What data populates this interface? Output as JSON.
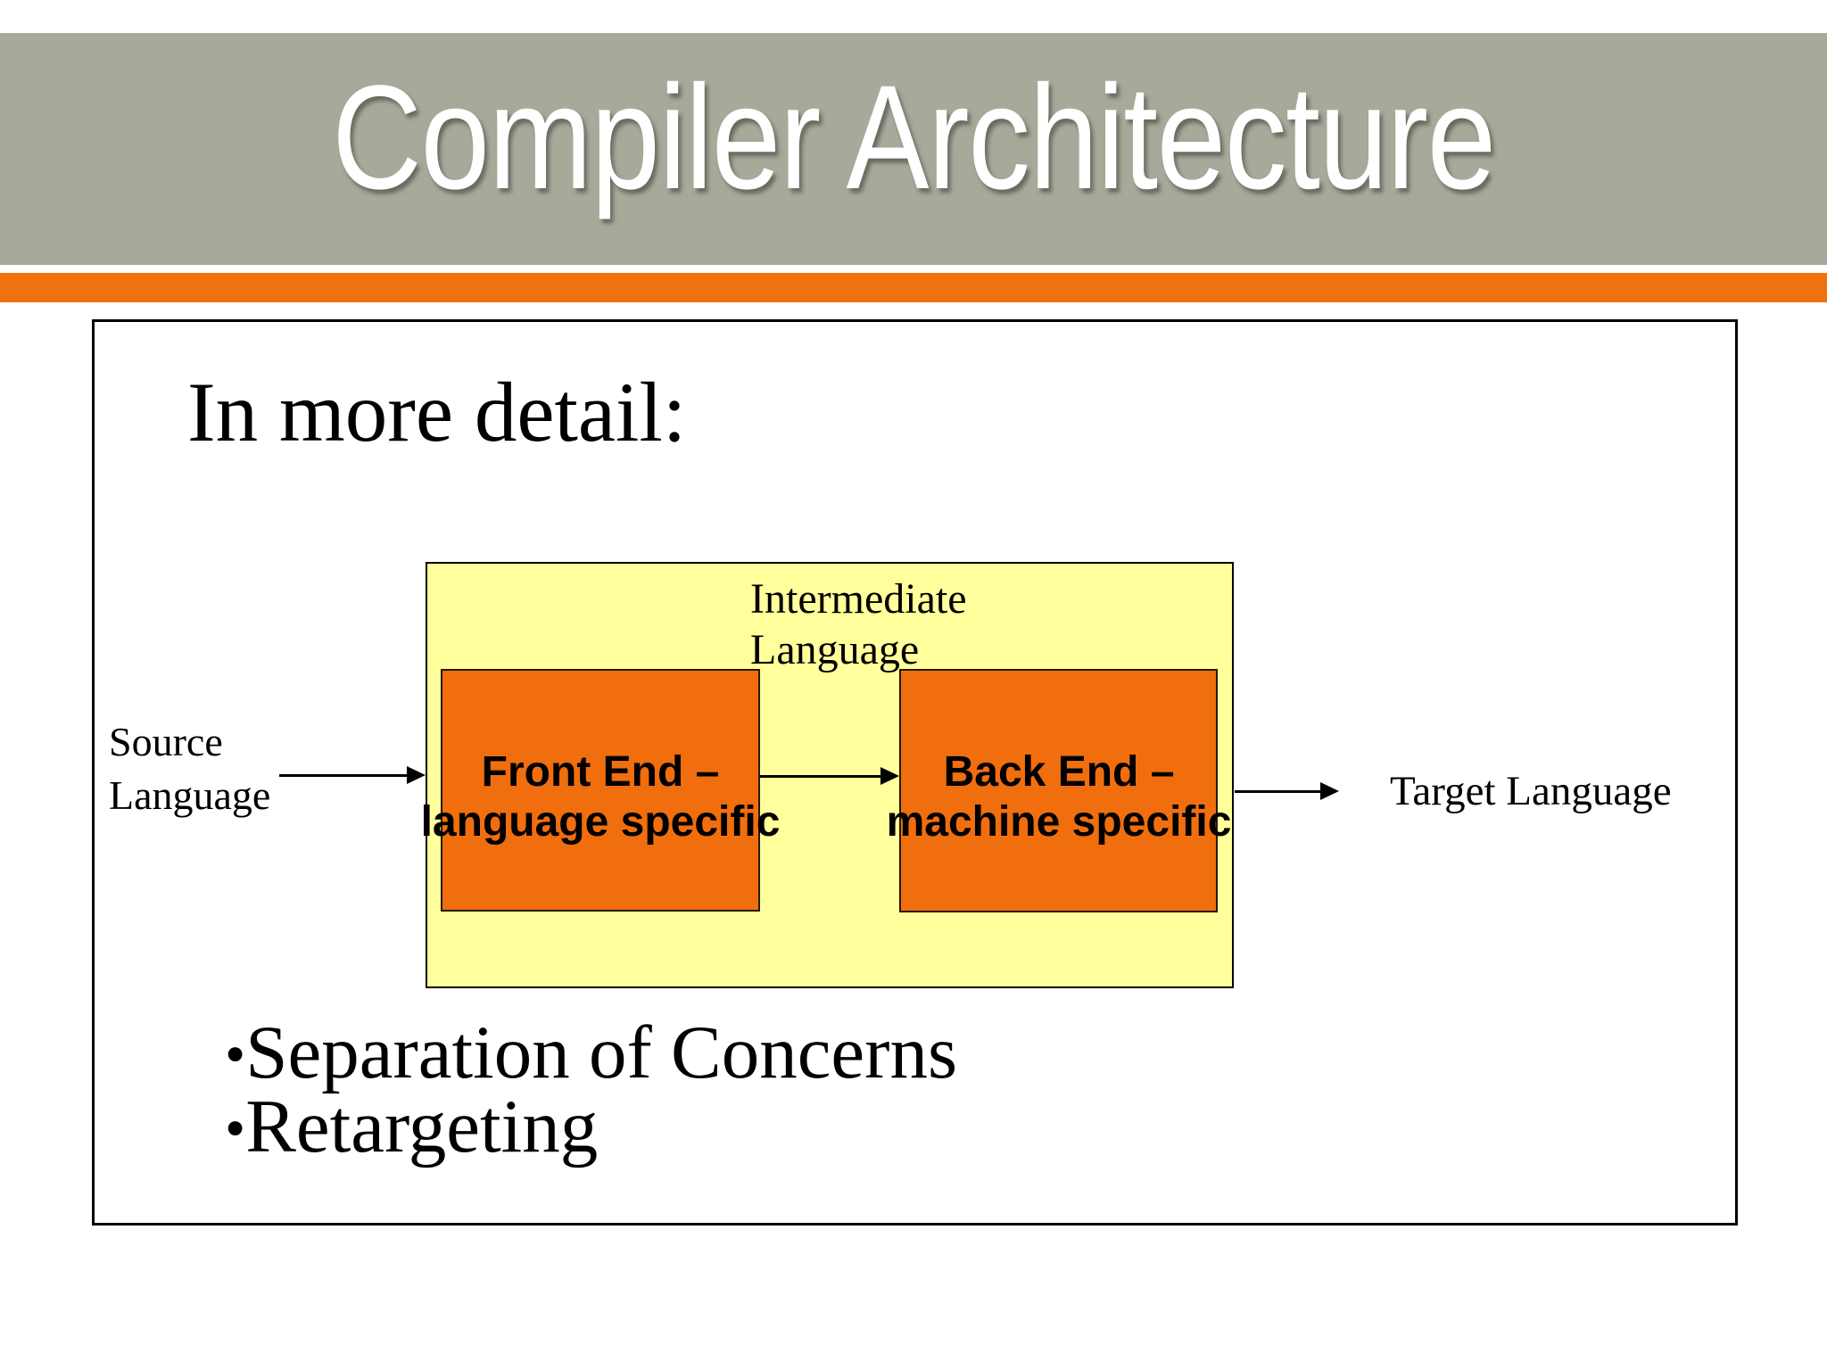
{
  "slide": {
    "title": "Compiler Architecture",
    "heading": "In more detail:",
    "diagram": {
      "intermediate_label": "Intermediate\nLanguage",
      "source_label": "Source\nLanguage",
      "target_label": "Target Language",
      "front_end_label": "Front End –\nlanguage specific",
      "back_end_label": "Back End –\nmachine specific"
    },
    "bullets": {
      "marker": "•",
      "items": [
        {
          "text": "Separation of Concerns"
        },
        {
          "text": "Retargeting"
        }
      ]
    },
    "colors": {
      "header_band": "#a7aa9a",
      "accent_stripe": "#f0720e",
      "diagram_fill": "#ffff9b",
      "box_fill": "#f06e0e"
    }
  }
}
